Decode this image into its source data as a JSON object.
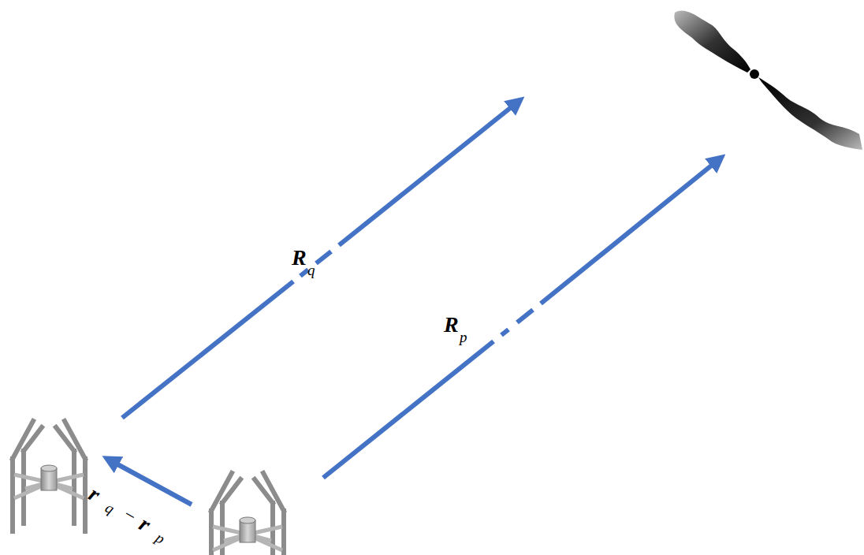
{
  "diagram": {
    "labels": [
      "R",
      "q",
      "R",
      "p",
      "r",
      "q",
      "−",
      "r",
      "p"
    ]
  }
}
